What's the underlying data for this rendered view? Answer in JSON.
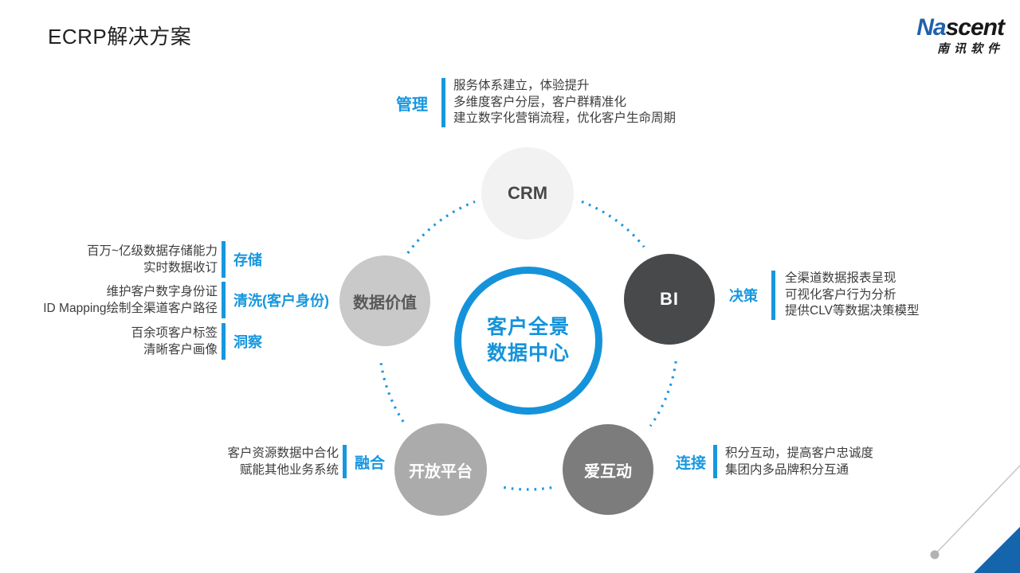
{
  "title": "ECRP解决方案",
  "logo": {
    "brand_prefix": "Na",
    "brand_suffix": "scent",
    "subtitle": "南讯软件"
  },
  "center": {
    "line1": "客户全景",
    "line2": "数据中心"
  },
  "nodes": {
    "crm": {
      "label": "CRM",
      "bg": "#F2F2F2",
      "fg": "#474747"
    },
    "data_value": {
      "label": "数据价值",
      "bg": "#C9C9C9",
      "fg": "#595959"
    },
    "bi": {
      "label": "BI",
      "bg": "#48494B",
      "fg": "#FFFFFF"
    },
    "open_platform": {
      "label": "开放平台",
      "bg": "#ABABAB",
      "fg": "#FFFFFF"
    },
    "ai_interactive": {
      "label": "爱互动",
      "bg": "#7C7C7C",
      "fg": "#FFFFFF"
    }
  },
  "callouts": {
    "guanli": {
      "label": "管理",
      "lines": [
        "服务体系建立，体验提升",
        "多维度客户分层，客户群精准化",
        "建立数字化营销流程，优化客户生命周期"
      ]
    },
    "cunchu": {
      "label": "存储",
      "lines": [
        "百万~亿级数据存储能力",
        "实时数据收订"
      ]
    },
    "qingxi": {
      "label": "清洗(客户身份)",
      "lines": [
        "维护客户数字身份证",
        "ID Mapping绘制全渠道客户路径"
      ]
    },
    "dongcha": {
      "label": "洞察",
      "lines": [
        "百余项客户标签",
        "清晰客户画像"
      ]
    },
    "juece": {
      "label": "决策",
      "lines": [
        "全渠道数据报表呈现",
        "可视化客户行为分析",
        "提供CLV等数据决策模型"
      ]
    },
    "ronghe": {
      "label": "融合",
      "lines": [
        "客户资源数据中合化",
        "赋能其他业务系统"
      ]
    },
    "lianjie": {
      "label": "连接",
      "lines": [
        "积分互动，提高客户忠诚度",
        "集团内多品牌积分互通"
      ]
    }
  },
  "colors": {
    "accent": "#1797DF",
    "ring": "#1593DA",
    "logo_blue": "#2161AD",
    "corner_triangle": "#1565AD",
    "corner_line": "#C6C6C6",
    "corner_dot": "#B2B2B2"
  }
}
